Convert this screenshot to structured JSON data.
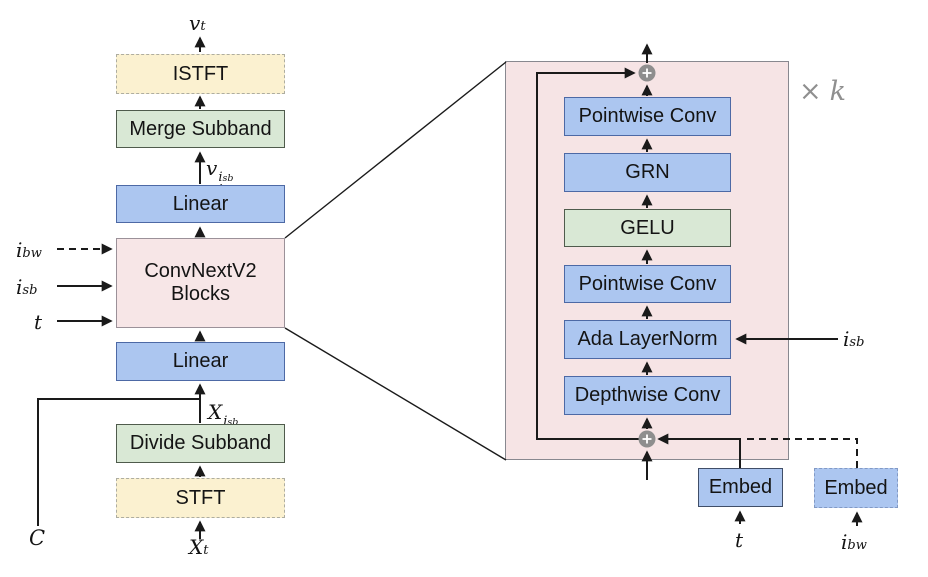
{
  "palette": {
    "blue_fill": "#acc6f0",
    "blue_border": "#4d69a5",
    "green_fill": "#d9e8d5",
    "green_border": "#4f5b4c",
    "cream_fill": "#fbf1d0",
    "cream_border": "#aeada0",
    "pink_fill": "#f7e6e7",
    "pink_border": "#9b9199",
    "panel_fill": "#f6e4e5",
    "panel_border": "#88888f",
    "line": "#1a1a1a",
    "gray": "#8e8e8e"
  },
  "pipeline": {
    "istft": "ISTFT",
    "merge_subband": "Merge Subband",
    "linear_top": "Linear",
    "convnext_line1": "ConvNextV2",
    "convnext_line2": "Blocks",
    "linear_bottom": "Linear",
    "divide_subband": "Divide Subband",
    "stft": "STFT"
  },
  "block_detail": {
    "repeat_times": "×",
    "repeat_var": "k",
    "layers": [
      {
        "label": "Pointwise Conv"
      },
      {
        "label": "GRN"
      },
      {
        "label": "GELU"
      },
      {
        "label": "Pointwise Conv"
      },
      {
        "label": "Ada LayerNorm"
      },
      {
        "label": "Depthwise Conv"
      }
    ],
    "embed_t": "Embed",
    "embed_ibw": "Embed"
  },
  "math": {
    "vt": {
      "base": "v",
      "sub": "t"
    },
    "vt_sb": {
      "base": "v",
      "sub": "t",
      "sup_base": "i",
      "sup_sub": "sb"
    },
    "xt_sb": {
      "base": "X",
      "sub": "t",
      "sup_base": "i",
      "sup_sub": "sb"
    },
    "xt": {
      "base": "X",
      "sub": "t"
    },
    "ibw": {
      "base": "i",
      "sub": "bw"
    },
    "isb": {
      "base": "i",
      "sub": "sb"
    },
    "isb_right": {
      "base": "i",
      "sub": "sb"
    },
    "t_left": "t",
    "t_bottom": "t",
    "ibw_bottom": {
      "base": "i",
      "sub": "bw"
    },
    "cond": "C"
  }
}
